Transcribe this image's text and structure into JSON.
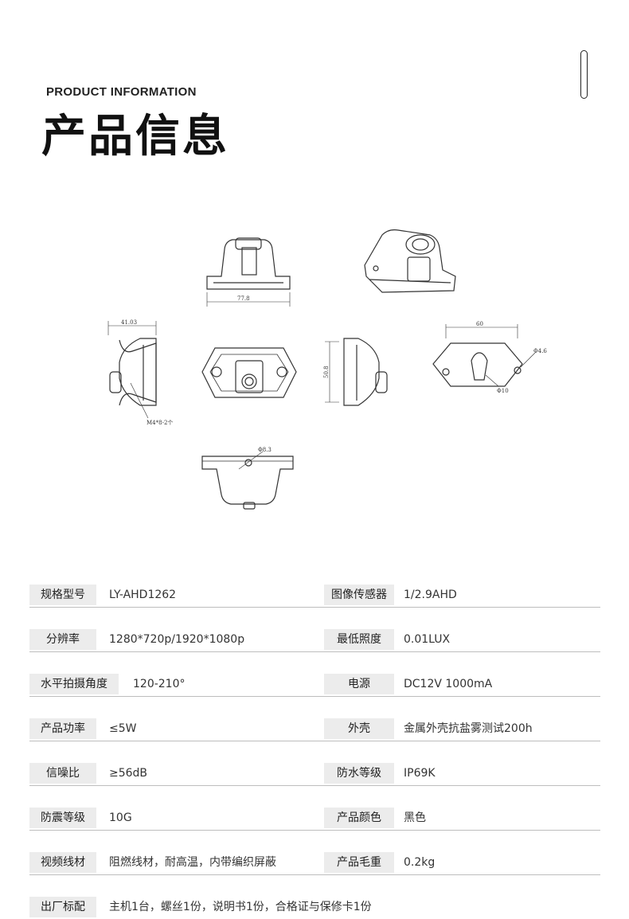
{
  "header": {
    "subtitle": "PRODUCT INFORMATION",
    "title": "产品信息"
  },
  "drawing": {
    "dim_width": "77.8",
    "dim_depth": "41.03",
    "dim_height": "50.8",
    "dim_hole_spacing": "60",
    "dim_hole_dia": "Φ4.6",
    "dim_keyhole": "Φ10",
    "dim_screw": "M4*8-2个",
    "dim_cable": "Φ8.3"
  },
  "specs": [
    {
      "left_label": "规格型号",
      "left_value": "LY-AHD1262",
      "right_label": "图像传感器",
      "right_value": "1/2.9AHD"
    },
    {
      "left_label": "分辨率",
      "left_value": "1280*720p/1920*1080p",
      "right_label": "最低照度",
      "right_value": "0.01LUX"
    },
    {
      "left_label": "水平拍摄角度",
      "left_value": "120-210°",
      "right_label": "电源",
      "right_value": "DC12V 1000mA"
    },
    {
      "left_label": "产品功率",
      "left_value": "≤5W",
      "right_label": "外壳",
      "right_value": "金属外壳抗盐雾测试200h"
    },
    {
      "left_label": "信噪比",
      "left_value": "≥56dB",
      "right_label": "防水等级",
      "right_value": "IP69K"
    },
    {
      "left_label": "防震等级",
      "left_value": "10G",
      "right_label": "产品颜色",
      "right_value": "黑色"
    },
    {
      "left_label": "视频线材",
      "left_value": "阻燃线材，耐高温，内带编织屏蔽",
      "right_label": "产品毛重",
      "right_value": "0.2kg"
    },
    {
      "left_label": "出厂标配",
      "left_value": "主机1台，螺丝1份，说明书1份，合格证与保修卡1份",
      "right_label": "",
      "right_value": ""
    }
  ]
}
